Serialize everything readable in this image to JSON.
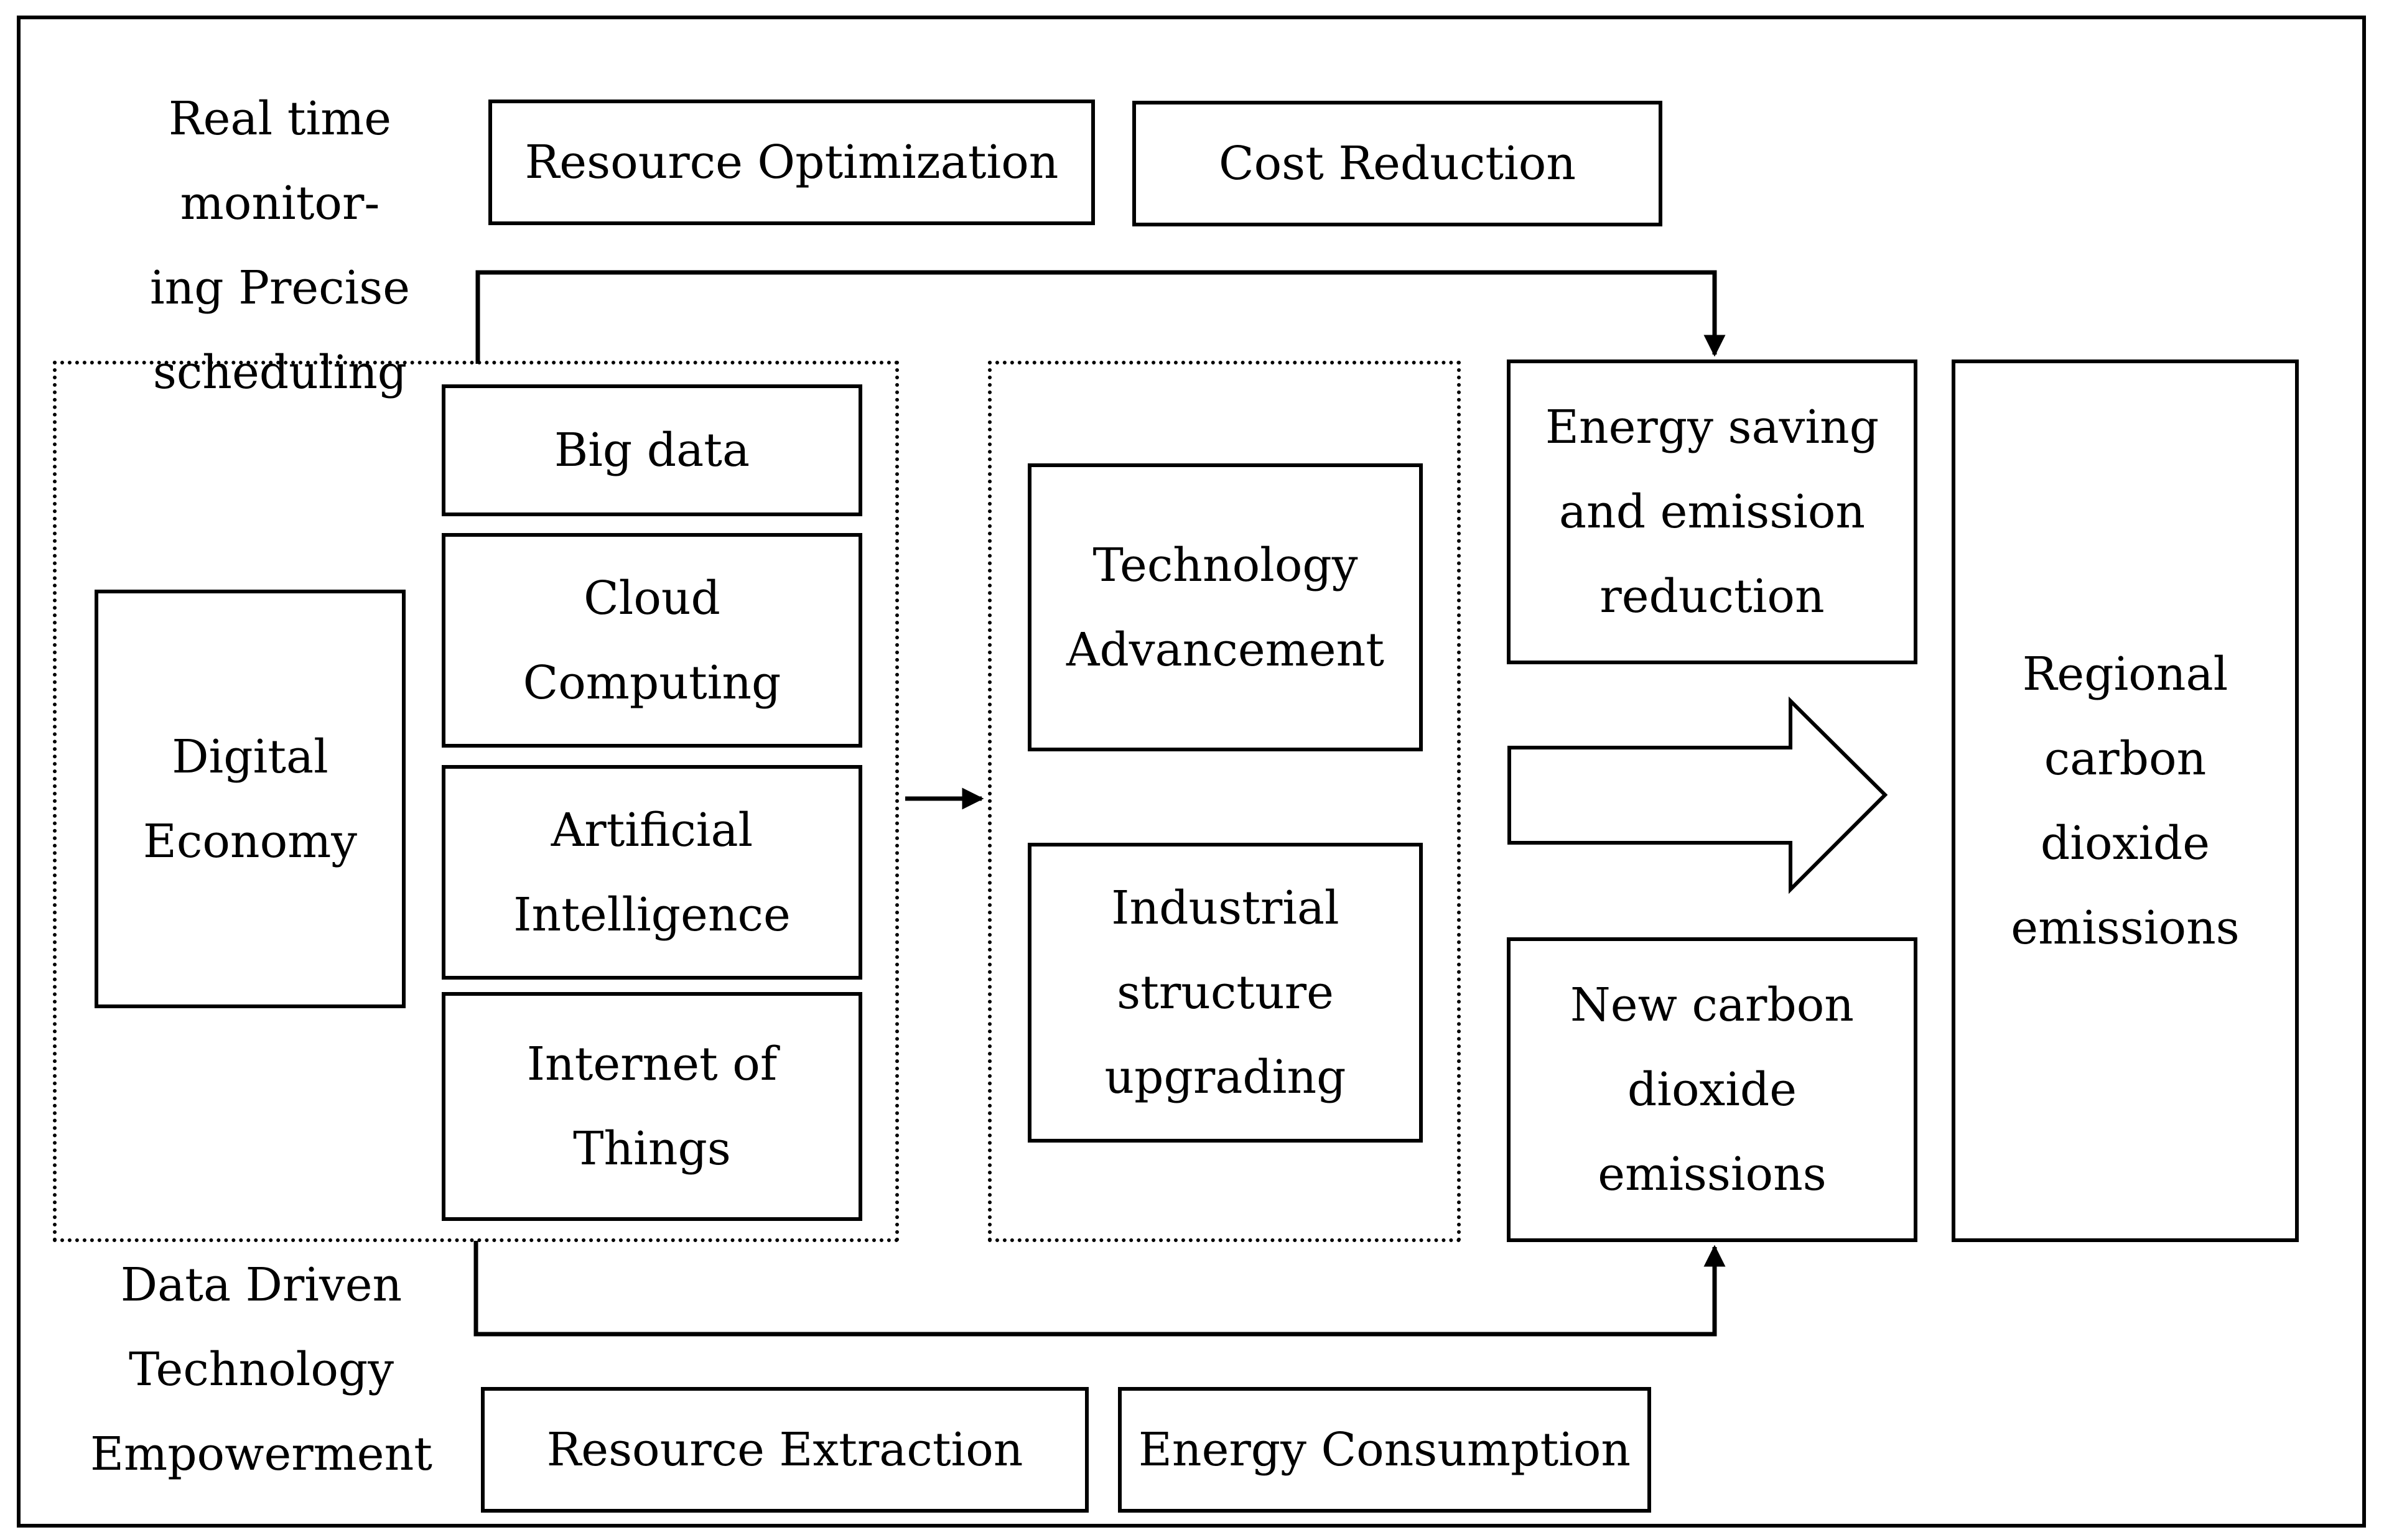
{
  "top_annotation": "Real time monitor-\ning Precise\nscheduling",
  "bottom_annotation": "Data Driven\nTechnology\nEmpowerment",
  "top_boxes": {
    "resource_optimization": "Resource Optimization",
    "cost_reduction": "Cost Reduction"
  },
  "bottom_boxes": {
    "resource_extraction": "Resource Extraction",
    "energy_consumption": "Energy Consumption"
  },
  "digital_economy": "Digital\nEconomy",
  "technologies": {
    "big_data": "Big data",
    "cloud_computing": "Cloud\nComputing",
    "artificial_intelligence": "Artificial\nIntelligence",
    "internet_of_things": "Internet of\nThings"
  },
  "mechanisms": {
    "technology_advancement": "Technology\nAdvancement",
    "industrial_structure_upgrading": "Industrial\nstructure\nupgrading"
  },
  "effects": {
    "energy_saving": "Energy saving\nand emission\nreduction",
    "new_emissions": "New carbon\ndioxide\nemissions"
  },
  "outcome": "Regional\ncarbon\ndioxide\nemissions"
}
